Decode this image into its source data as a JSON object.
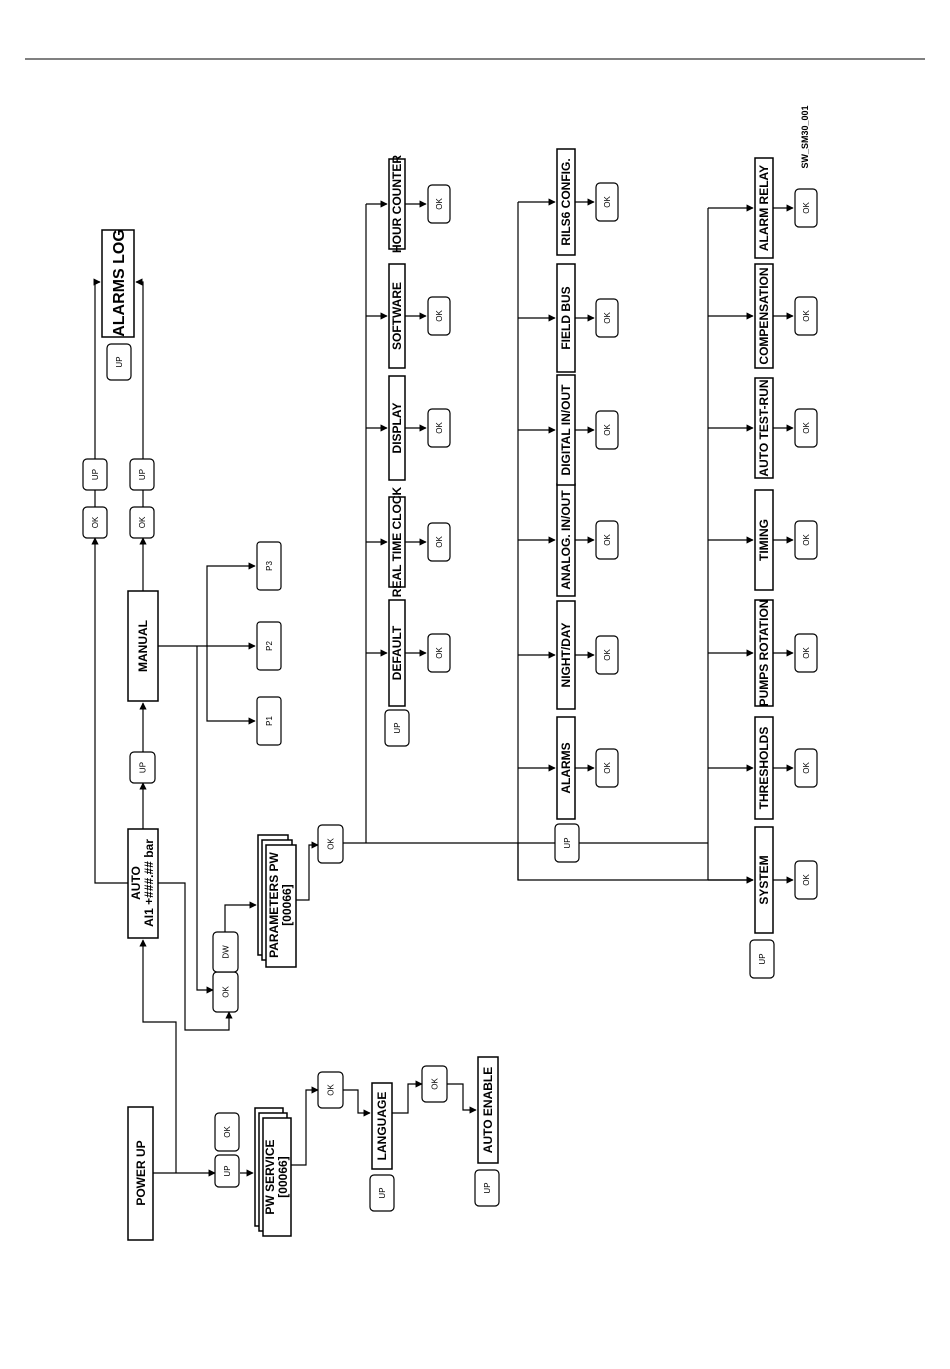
{
  "code": "SW_SM30_001",
  "nodes": {
    "power_up": "POWER UP",
    "pw_service_1": "PW SERVICE",
    "pw_service_2": "[00066]",
    "language": "LANGUAGE",
    "auto_enable": "AUTO ENABLE",
    "auto_1": "AUTO",
    "auto_2": "AI1 +###.## bar",
    "manual": "MANUAL",
    "alarms_log": "ALARMS LOG",
    "parameters_pw_1": "PARAMETERS PW",
    "parameters_pw_2": "[00066]",
    "p1": "P1",
    "p2": "P2",
    "p3": "P3",
    "row1": [
      "DEFAULT",
      "REAL TIME CLOCK",
      "DISPLAY",
      "SOFTWARE",
      "HOUR COUNTER"
    ],
    "row2": [
      "ALARMS",
      "NIGHT/DAY",
      "ANALOG. IN/OUT",
      "DIGITAL IN/OUT",
      "FIELD BUS",
      "RILS6 CONFIG."
    ],
    "row3": [
      "SYSTEM",
      "THRESHOLDS",
      "PUMPS ROTATION",
      "TIMING",
      "AUTO TEST-RUN",
      "COMPENSATION",
      "ALARM RELAY"
    ]
  },
  "keys": {
    "ok": "OK",
    "up": "UP",
    "dw": "DW"
  }
}
